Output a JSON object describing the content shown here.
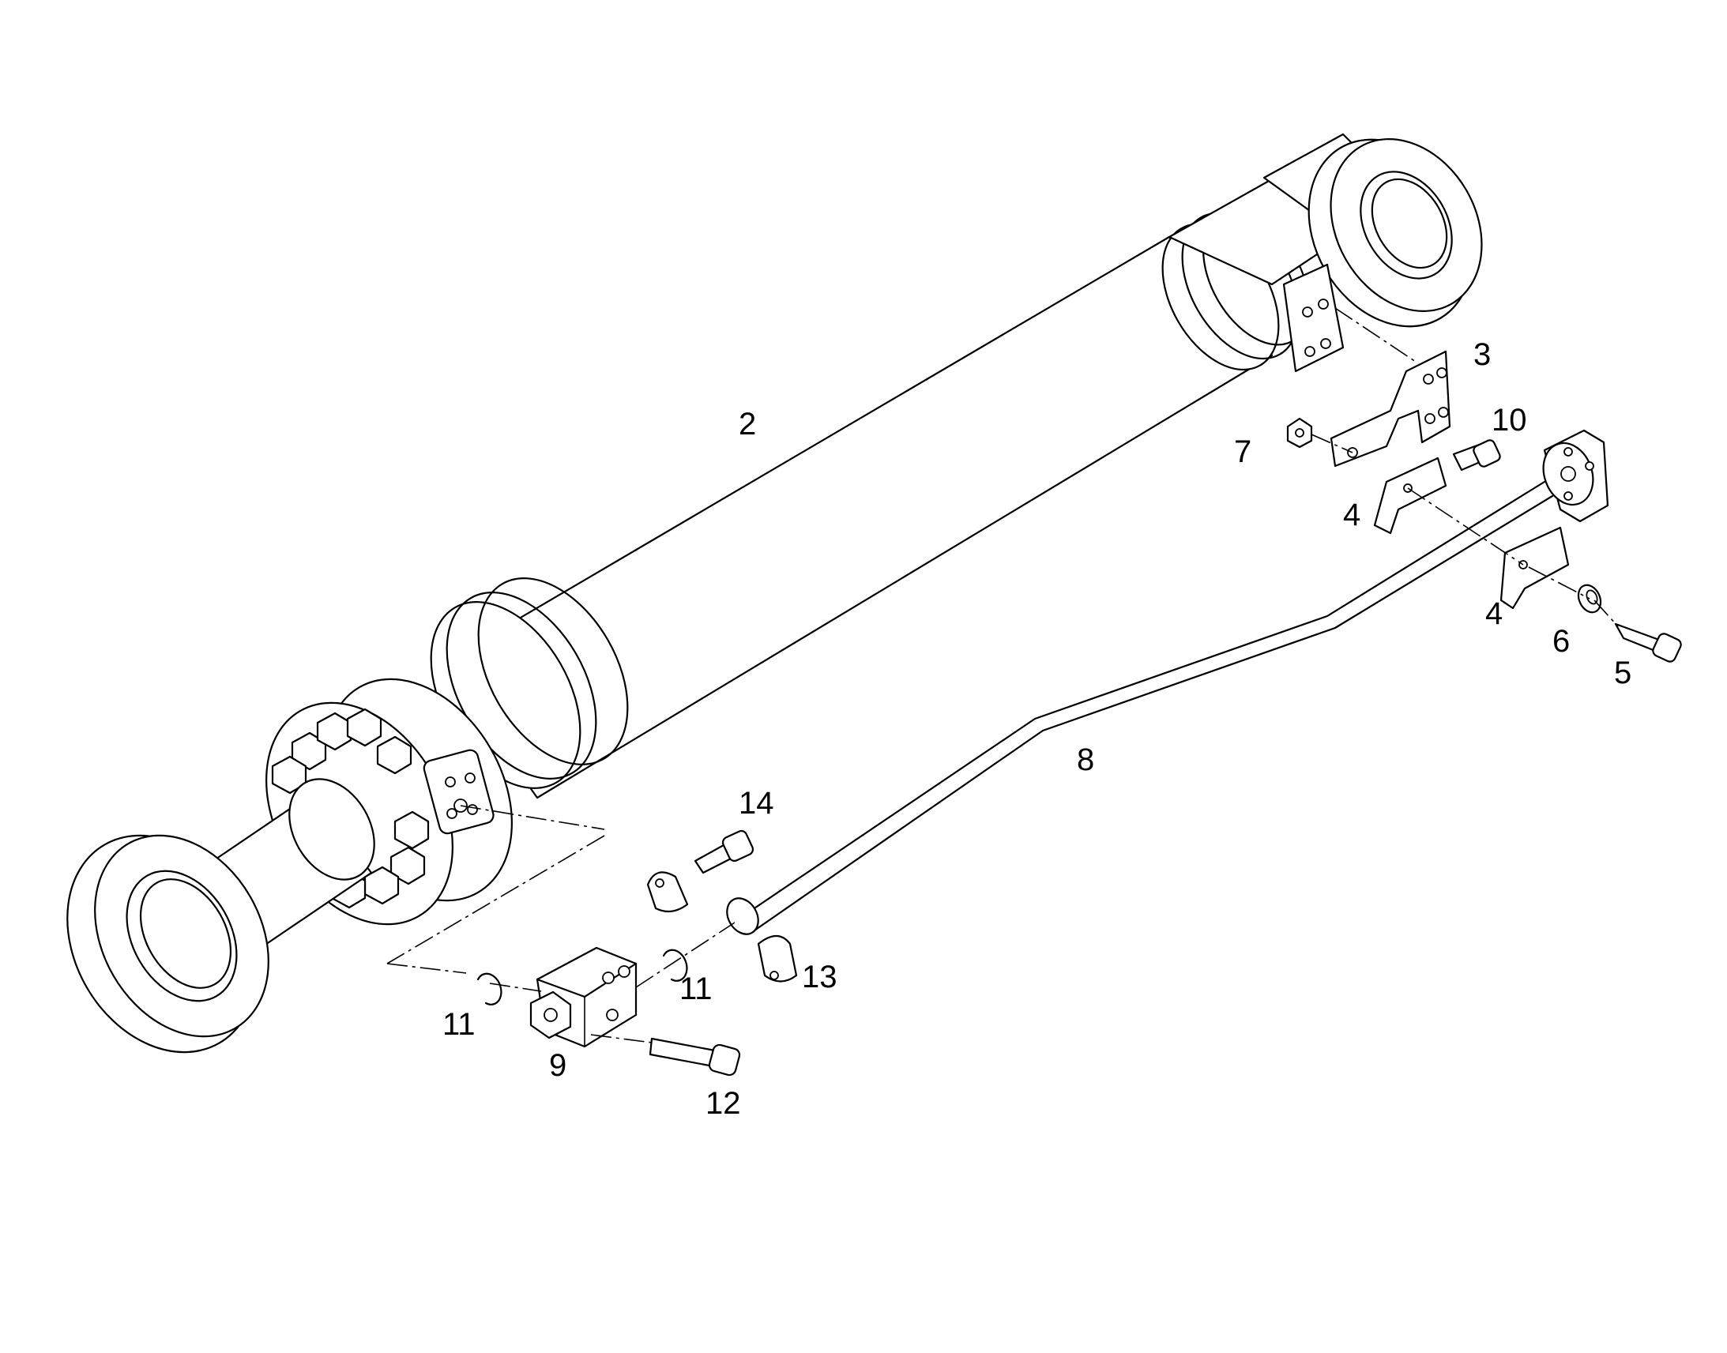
{
  "diagram": {
    "callouts": [
      {
        "id": "c2",
        "text": "2"
      },
      {
        "id": "c3",
        "text": "3"
      },
      {
        "id": "c10",
        "text": "10"
      },
      {
        "id": "c7",
        "text": "7"
      },
      {
        "id": "c4a",
        "text": "4"
      },
      {
        "id": "c4b",
        "text": "4"
      },
      {
        "id": "c6",
        "text": "6"
      },
      {
        "id": "c5",
        "text": "5"
      },
      {
        "id": "c8",
        "text": "8"
      },
      {
        "id": "c14",
        "text": "14"
      },
      {
        "id": "c11a",
        "text": "11"
      },
      {
        "id": "c11b",
        "text": "11"
      },
      {
        "id": "c13",
        "text": "13"
      },
      {
        "id": "c9",
        "text": "9"
      },
      {
        "id": "c12",
        "text": "12"
      }
    ]
  }
}
